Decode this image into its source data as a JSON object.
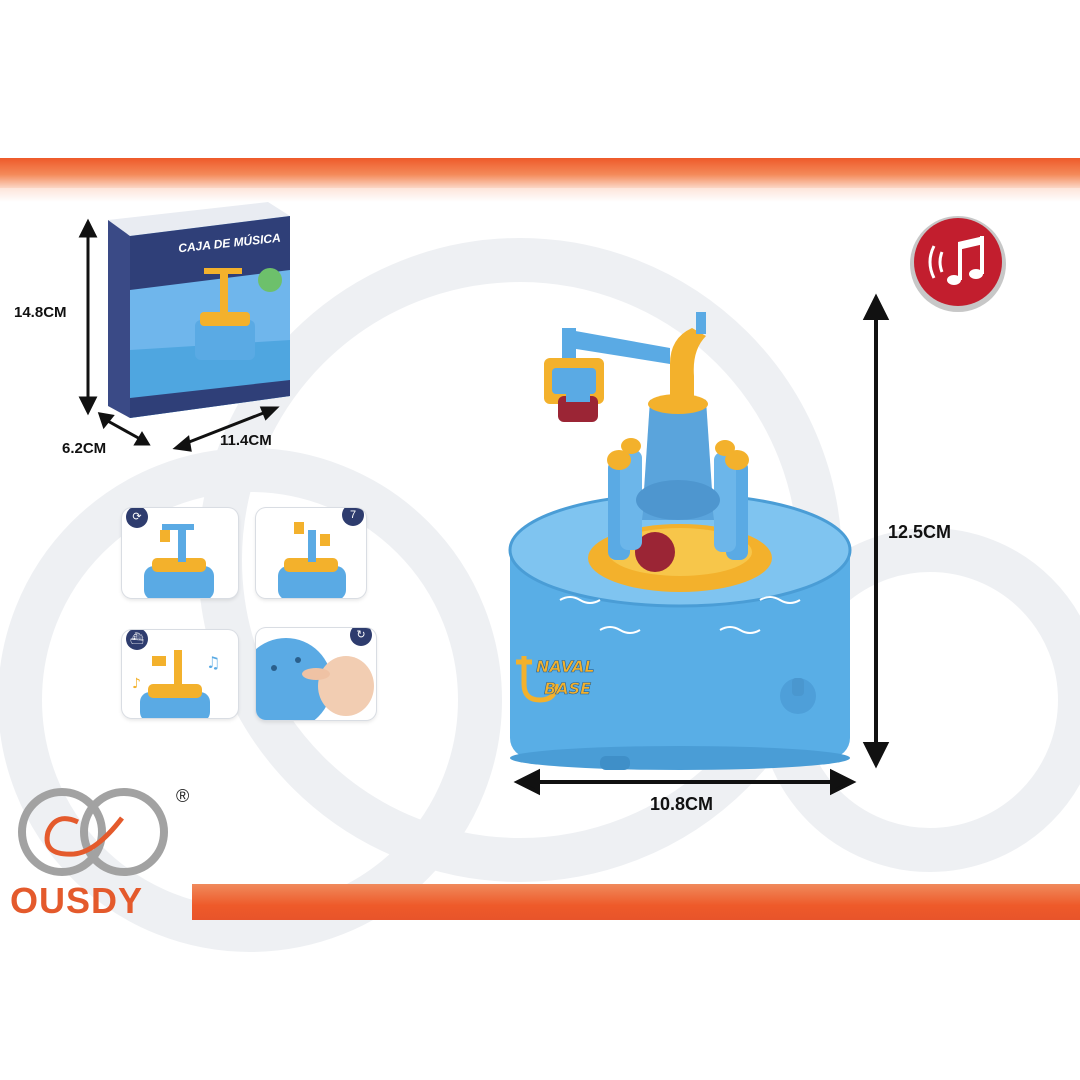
{
  "brand": {
    "name": "OUSDY",
    "registered": "®",
    "colors": {
      "accent": "#ee5a2a",
      "toy_blue": "#5cb0e8",
      "toy_yellow": "#f4b02a",
      "music_red": "#c21e2e"
    }
  },
  "package": {
    "title": "CAJA DE MÚSICA",
    "dimensions": {
      "height": "14.8CM",
      "depth": "6.2CM",
      "width": "11.4CM"
    }
  },
  "product": {
    "dimensions": {
      "height": "12.5CM",
      "width": "10.8CM"
    },
    "emblem": [
      "NAVAL",
      "BASE"
    ]
  },
  "feature_thumbnails": [
    {
      "icon": "rotate-icon"
    },
    {
      "icon": "number-badge-icon",
      "badge": "7"
    },
    {
      "icon": "boat-icon"
    },
    {
      "icon": "refresh-icon"
    }
  ],
  "icons": {
    "music": "music-note-icon"
  }
}
